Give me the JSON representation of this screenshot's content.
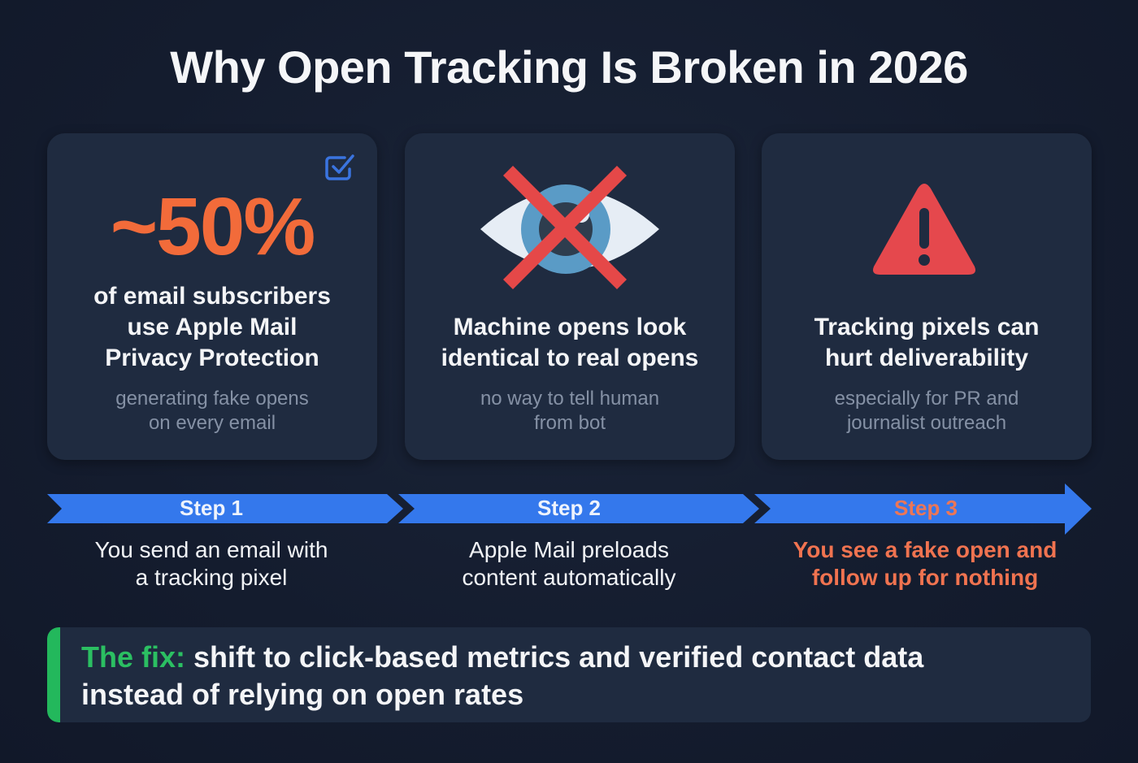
{
  "title": "Why Open Tracking Is Broken in 2026",
  "cards": [
    {
      "icon": "checkbox-icon",
      "stat": "~50%",
      "heading_lines": [
        "of email subscribers",
        "use Apple Mail",
        "Privacy Protection"
      ],
      "sub_lines": [
        "generating fake opens",
        "on every email"
      ]
    },
    {
      "icon": "crossed-eye-icon",
      "heading_lines": [
        "Machine opens look",
        "identical to real opens"
      ],
      "sub_lines": [
        "no way to tell human",
        "from bot"
      ]
    },
    {
      "icon": "warning-triangle-icon",
      "heading_lines": [
        "Tracking pixels can",
        "hurt deliverability"
      ],
      "sub_lines": [
        "especially for PR and",
        "journalist outreach"
      ]
    }
  ],
  "steps": [
    {
      "label": "Step 1",
      "desc_lines": [
        "You send an email with",
        "a tracking pixel"
      ]
    },
    {
      "label": "Step 2",
      "desc_lines": [
        "Apple Mail preloads",
        "content automatically"
      ]
    },
    {
      "label": "Step 3",
      "desc_lines": [
        "You see a fake open and",
        "follow up for nothing"
      ]
    }
  ],
  "fix": {
    "label": "The fix:",
    "line1": " shift to click-based metrics and verified contact data",
    "line2": "instead of relying on open rates"
  },
  "colors": {
    "background": "#141c2e",
    "card": "#1f2b40",
    "stat_orange": "#f26b3a",
    "arrow_blue": "#3478ec",
    "alert_red": "#e5484d",
    "step3_orange": "#f07350",
    "fix_green": "#2bbf62",
    "muted_text": "#8591a5"
  }
}
